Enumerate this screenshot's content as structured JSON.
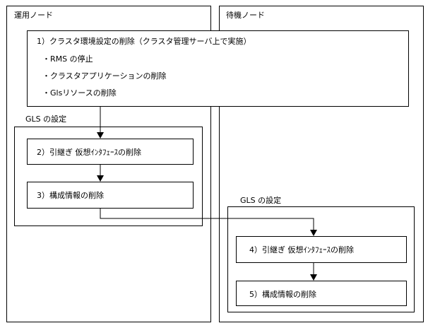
{
  "nodes": {
    "active": "運用ノード",
    "standby": "待機ノード"
  },
  "step1": {
    "title": "1）クラスタ環境設定の削除（クラスタ管理サーバ上で実施）",
    "items": [
      "・RMS の停止",
      "・クラスタアプリケーションの削除",
      "・Glsリソースの削除"
    ]
  },
  "gls_groups": {
    "active_label": "GLS の設定",
    "standby_label": "GLS の設定"
  },
  "steps": {
    "step2": "2）引継ぎ 仮想ｲﾝﾀﾌｪｰｽの削除",
    "step3": "3）構成情報の削除",
    "step4": "4）引継ぎ 仮想ｲﾝﾀﾌｪｰｽの削除",
    "step5": "5）構成情報の削除"
  },
  "colors": {
    "line": "#000000",
    "background": "#ffffff"
  }
}
